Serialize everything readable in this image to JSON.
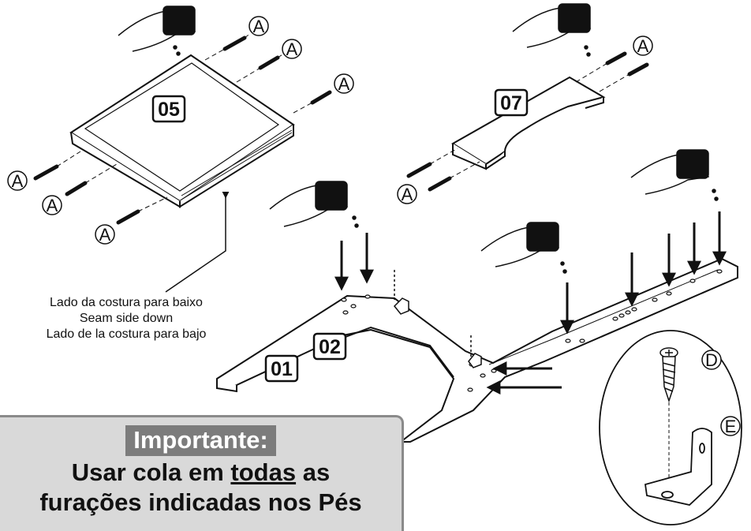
{
  "labels": {
    "a": "A",
    "d": "D",
    "e": "E"
  },
  "parts": {
    "p05": "05",
    "p07": "07",
    "p01": "01",
    "p02": "02"
  },
  "caption": {
    "pt": "Lado da costura para baixo",
    "en": "Seam side down",
    "es": "Lado de la costura para bajo"
  },
  "notice": {
    "title": "Importante:",
    "line1_pre": "Usar cola em ",
    "line1_u": "todas",
    "line1_post": " as",
    "line2": "furações indicadas nos Pés"
  },
  "colors": {
    "line": "#111111",
    "box_bg": "#d9d9d9",
    "box_border": "#8a8a8a",
    "title_bg": "#7c7c7c"
  }
}
